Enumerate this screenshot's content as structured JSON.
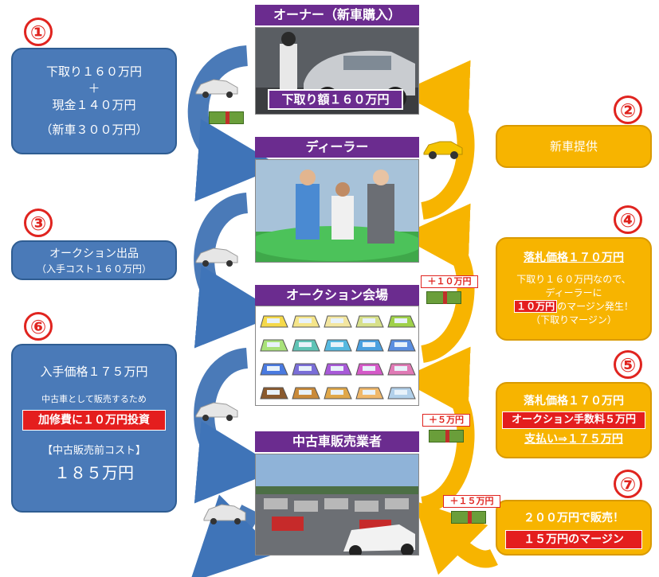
{
  "steps": {
    "s1": {
      "num": "①",
      "line1": "下取り１６０万円",
      "line2": "＋",
      "line3": "現金１４０万円",
      "line4": "（新車３００万円）"
    },
    "s2": {
      "num": "②",
      "text": "新車提供"
    },
    "s3": {
      "num": "③",
      "line1": "オークション出品",
      "line2": "（入手コスト１６０万円）"
    },
    "s4": {
      "num": "④",
      "title": "落札価格１７０万円",
      "line1": "下取り１６０万円なので、",
      "line2": "ディーラーに",
      "highlight": "１０万円",
      "line3": "のマージン発生！",
      "line4": "（下取りマージン）"
    },
    "s5": {
      "num": "⑤",
      "line1": "落札価格１７０万円",
      "highlight": "オークション手数料５万円",
      "line3": "支払い⇒１７５万円"
    },
    "s6": {
      "num": "⑥",
      "line1": "入手価格１７５万円",
      "line2": "中古車として販売するため",
      "highlight": "加修費に１０万円投資",
      "line3": "【中古販売前コスト】",
      "line4": "１８５万円"
    },
    "s7": {
      "num": "⑦",
      "line1": "２００万円で販売！",
      "highlight": "１５万円のマージン"
    }
  },
  "parties": {
    "owner": {
      "title": "オーナー（新車購入）",
      "price": "下取り額１６０万円"
    },
    "dealer": {
      "title": "ディーラー"
    },
    "auction": {
      "title": "オークション会場"
    },
    "used": {
      "title": "中古車販売業者"
    }
  },
  "tags": {
    "t10": "＋１０万円",
    "t5": "＋５万円",
    "t15": "＋１５万円"
  },
  "colors": {
    "blue": "#4a7ab8",
    "yellow": "#f7b400",
    "purple": "#6b2c8f",
    "red": "#e41e1e"
  }
}
